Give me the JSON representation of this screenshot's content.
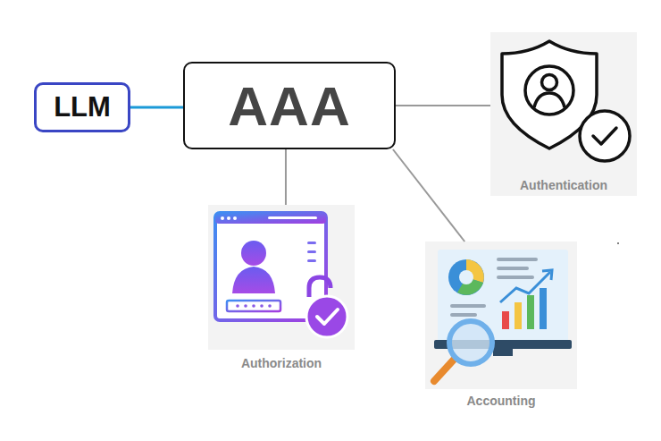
{
  "diagram": {
    "nodes": [
      {
        "text": [
          "LLM"
        ]
      },
      {
        "text": [
          "AAA"
        ]
      },
      {
        "text": [
          "Authentication"
        ]
      },
      {
        "text": [
          "Authorization"
        ]
      },
      {
        "text": [
          "Accounting"
        ]
      }
    ],
    "edges": [
      {
        "from": 0,
        "to": 1,
        "arrow": "none"
      },
      {
        "from": 1,
        "to": 2,
        "arrow": "none"
      },
      {
        "from": 1,
        "to": 3,
        "arrow": "none"
      },
      {
        "from": 1,
        "to": 4,
        "arrow": "none"
      }
    ]
  }
}
